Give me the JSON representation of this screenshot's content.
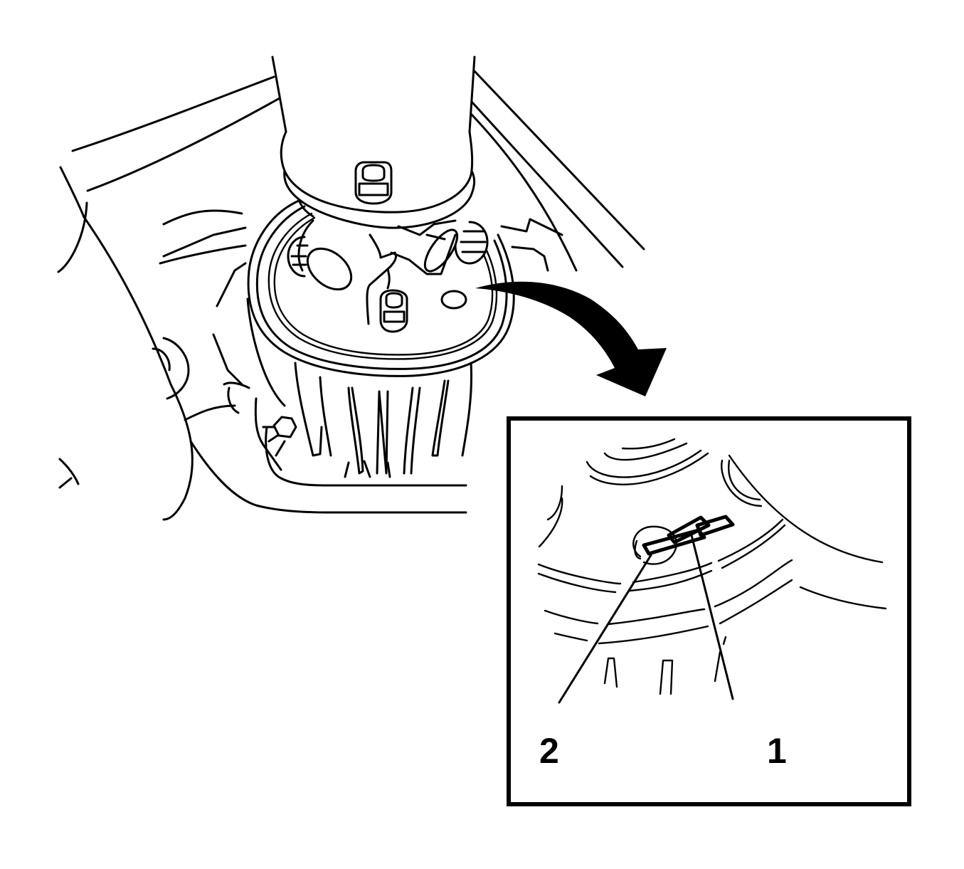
{
  "figure": {
    "type": "technical-line-illustration",
    "subject": "differential/axle housing with propeller shaft flange and detail inset",
    "colors": {
      "line": "#000000",
      "background": "#ffffff"
    }
  },
  "inset": {
    "arrow": "curved-arrow-pointing-to-inset",
    "callouts": [
      {
        "number": "1",
        "target": "rectangular-tag"
      },
      {
        "number": "2",
        "target": "hole-under-tag"
      }
    ]
  }
}
